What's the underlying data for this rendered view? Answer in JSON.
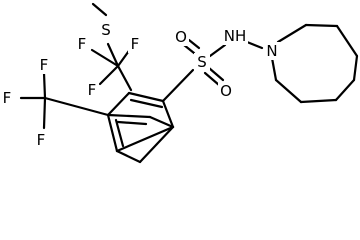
{
  "molecule": {
    "atoms": {
      "s_thio": "S",
      "f_top_left": "F",
      "f_top_right": "F",
      "f_mid": "F",
      "f_cf3_a": "F",
      "f_cf3_b": "F",
      "f_cf3_c": "F",
      "s_sulfonyl": "S",
      "o_top": "O",
      "o_bottom": "O",
      "nh": "NH",
      "n_ring": "N"
    }
  }
}
